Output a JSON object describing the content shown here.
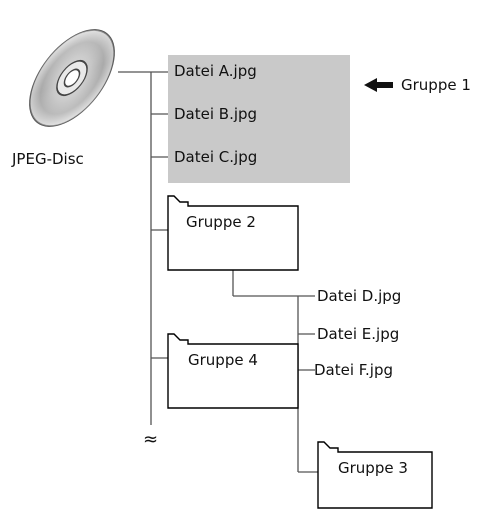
{
  "disc": {
    "label": "JPEG-Disc"
  },
  "group1": {
    "label": "Gruppe 1",
    "files": [
      "Datei A.jpg",
      "Datei B.jpg",
      "Datei C.jpg"
    ]
  },
  "group2": {
    "label": "Gruppe 2",
    "files": [
      "Datei D.jpg",
      "Datei E.jpg",
      "Datei F.jpg"
    ]
  },
  "group3": {
    "label": "Gruppe 3"
  },
  "group4": {
    "label": "Gruppe 4"
  },
  "continuation_symbol": "≈",
  "colors": {
    "highlight": "#c9c9c9",
    "line": "#555555"
  }
}
